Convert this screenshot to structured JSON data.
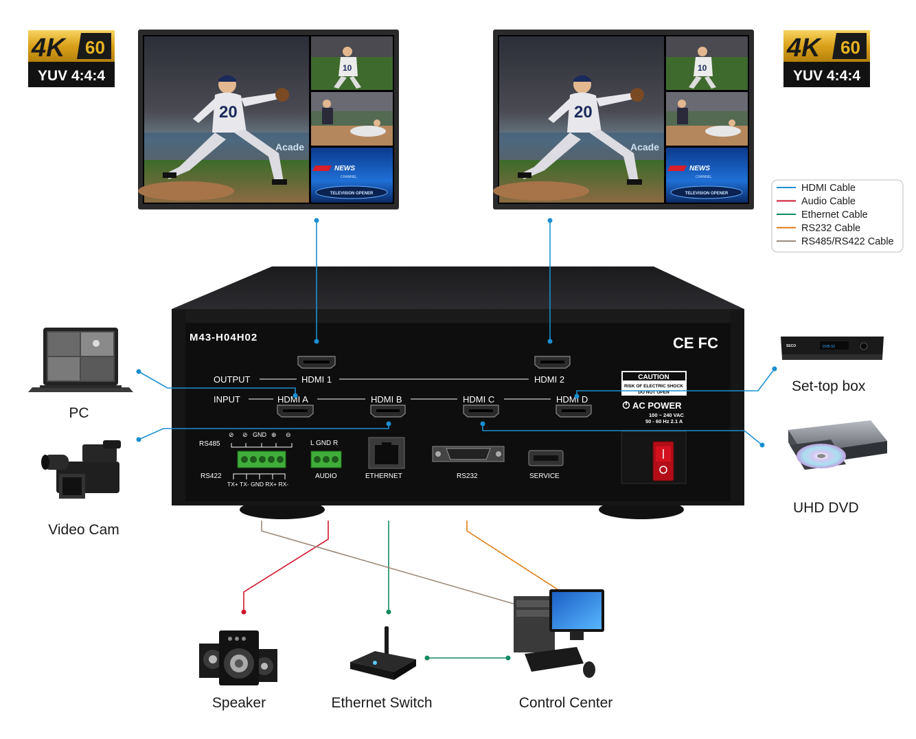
{
  "badges": {
    "left": {
      "res": "4K",
      "fps": "60",
      "color_format": "YUV 4:4:4"
    },
    "right": {
      "res": "4K",
      "fps": "60",
      "color_format": "YUV 4:4:4"
    }
  },
  "monitors": {
    "left": {
      "main_number": "20",
      "tile1_number": "10",
      "news_label": "NEWS",
      "channel_label": "CHANNEL",
      "ticker": "TELEVISION OPENER",
      "ad_text": "Acade"
    },
    "right": {
      "main_number": "20",
      "tile1_number": "10",
      "news_label": "NEWS",
      "channel_label": "CHANNEL",
      "ticker": "TELEVISION OPENER",
      "ad_text": "Acade"
    }
  },
  "legend": {
    "items": [
      {
        "label": "HDMI Cable",
        "color": "#1b8fd0"
      },
      {
        "label": "Audio Cable",
        "color": "#d0142c"
      },
      {
        "label": "Ethernet Cable",
        "color": "#108a5e"
      },
      {
        "label": "RS232 Cable",
        "color": "#e07a10"
      },
      {
        "label": "RS485/RS422 Cable",
        "color": "#9c8a7a"
      }
    ]
  },
  "device": {
    "model": "M43-H04H02",
    "certs": "CE FC",
    "output_label": "OUTPUT",
    "input_label": "INPUT",
    "hdmi_out": [
      "HDMI 1",
      "HDMI 2"
    ],
    "hdmi_in": [
      "HDMI A",
      "HDMI B",
      "HDMI C",
      "HDMI D"
    ],
    "caution": {
      "title": "CAUTION",
      "line1": "RISK OF ELECTRIC SHOCK",
      "line2": "DO NOT OPEN"
    },
    "power": {
      "title": "AC POWER",
      "volt": "100 ~ 240 VAC",
      "freq": "50 - 60 Hz  2.1 A"
    },
    "rs485": {
      "label": "RS485",
      "pins": [
        "⊘",
        "⊘",
        "GND",
        "⊕",
        "⊖"
      ]
    },
    "rs422": {
      "label": "RS422",
      "pins": "TX+  TX-  GND  RX+  RX-"
    },
    "audio": {
      "pins": "L  GND  R",
      "label": "AUDIO"
    },
    "ethernet_label": "ETHERNET",
    "rs232_label": "RS232",
    "service_label": "SERVICE"
  },
  "peripherals": {
    "pc": "PC",
    "video_cam": "Video Cam",
    "set_top_box": "Set-top box",
    "uhd_dvd": "UHD DVD",
    "speaker": "Speaker",
    "ethernet_switch": "Ethernet Switch",
    "control_center": "Control Center"
  },
  "stb_brand": "SECO",
  "stb_label": "DVB-S2",
  "colors": {
    "hdmi": "#1b8fd0",
    "audio": "#d0142c",
    "ethernet": "#108a5e",
    "rs232": "#e07a10",
    "rs485": "#9c8a7a",
    "gold": "#e6b422"
  }
}
